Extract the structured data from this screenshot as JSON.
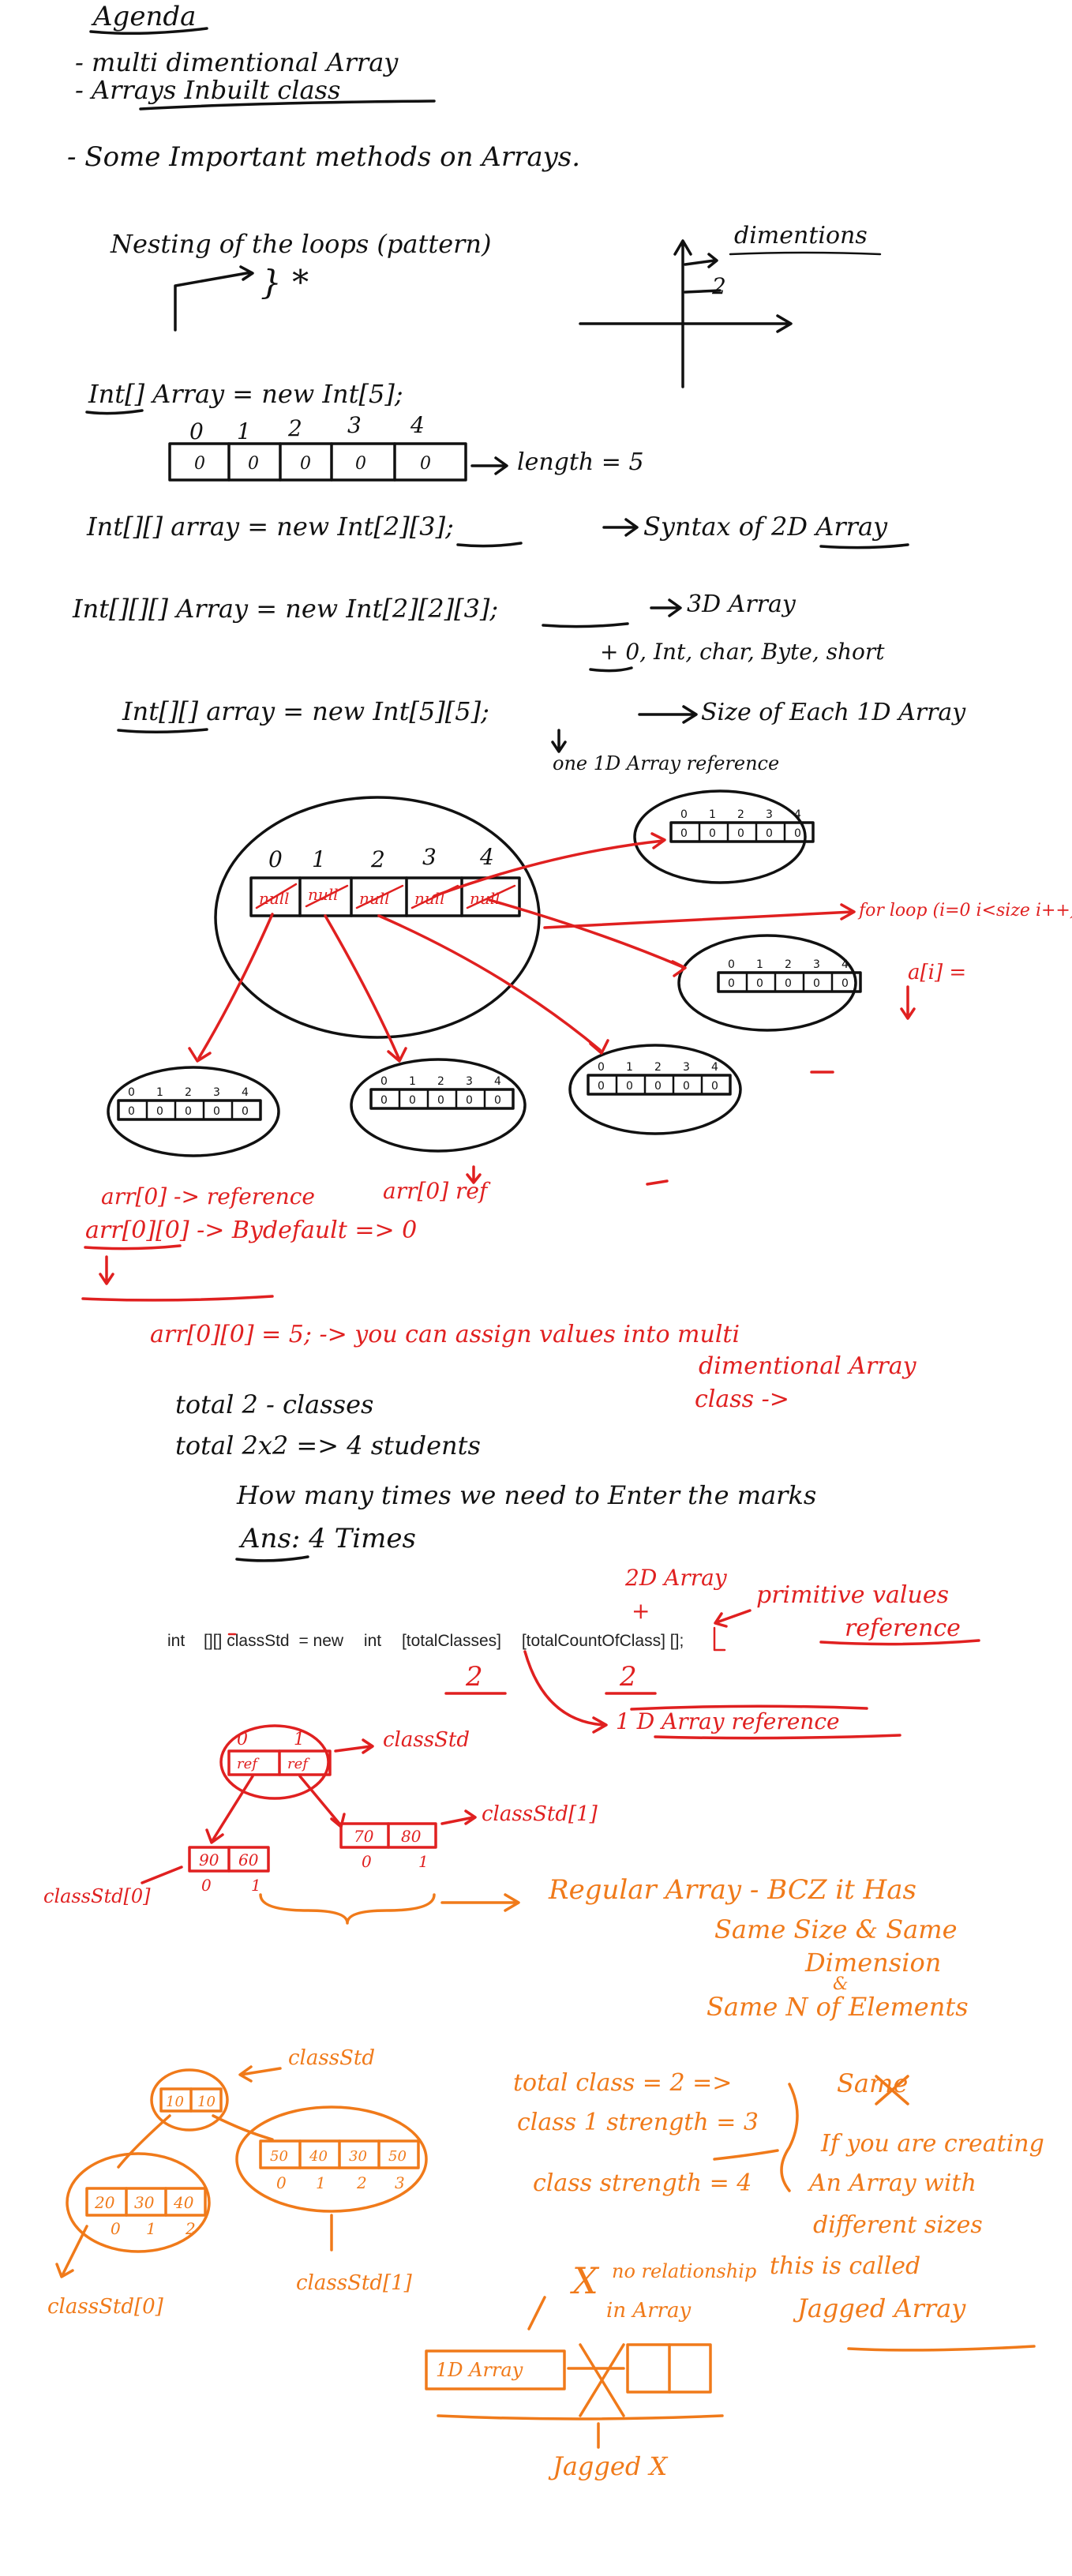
{
  "agenda": {
    "title": "Agenda",
    "items": [
      "- multi dimentional Array",
      "- Arrays Inbuilt class",
      "- Some Important methods on Arrays."
    ]
  },
  "nesting": {
    "text": "Nesting of the loops (pattern)",
    "star": "} *",
    "dimentions_label": "dimentions",
    "axis_marker": "2"
  },
  "one_d": {
    "decl": "Int[] Array = new Int[5];",
    "indices": [
      "0",
      "1",
      "2",
      "3",
      "4"
    ],
    "values": [
      "0",
      "0",
      "0",
      "0",
      "0"
    ],
    "length_label": "length = 5"
  },
  "two_d": {
    "decl": "Int[][] array = new Int[2][3];",
    "note": "Syntax of 2D Array"
  },
  "three_d": {
    "decl": "Int[][][] Array = new Int[2][2][3];",
    "note": "3D Array",
    "types_note": "+ 0, Int, char, Byte, short"
  },
  "size_note": {
    "decl": "Int[][] array = new Int[5][5];",
    "size_label": "Size of Each 1D Array",
    "ref_label": "one 1D Array reference"
  },
  "outer_diagram": {
    "indices": [
      "0",
      "1",
      "2",
      "3",
      "4"
    ],
    "cells": [
      "null",
      "null",
      "null",
      "null",
      "null"
    ],
    "inner_indices": [
      "0",
      "1",
      "2",
      "3",
      "4"
    ],
    "inner_values": [
      "0",
      "0",
      "0",
      "0",
      "0"
    ],
    "forloop_label": "for loop (i=0 i<size i++)",
    "ai_label": "a[i] ="
  },
  "array_notes": {
    "line1a": "arr[0] -> reference",
    "line1b": "arr[0] ref",
    "line2": "arr[0][0] -> Bydefault => 0",
    "line3": "arr[0][0] = 5; -> you can assign values into multi",
    "line3b": "dimentional Array",
    "line3c": "class ->"
  },
  "students": {
    "line1": "total 2 - classes",
    "line2": "total 2x2 => 4 students",
    "line3": "How many times we need to Enter the marks",
    "answer": "Ans: 4 Times"
  },
  "typed_decl": {
    "kw": "int",
    "brackets": "[][]",
    "name": "classStd",
    "eq": "= new",
    "kw2": "int",
    "dim1": "[totalClasses]",
    "dim2": "[totalCountOfClass]",
    "end": "[];",
    "red_bracket": "[]",
    "two_a": "2",
    "two_b": "2",
    "twoD_label": "2D Array",
    "plus": "+",
    "prim_label": "primitive values",
    "ref_label": "reference",
    "one_d_ref": "1 D Array reference"
  },
  "regular_diagram": {
    "top_cells": [
      "ref",
      "ref"
    ],
    "top_indices": [
      "0",
      "1"
    ],
    "left_cells": [
      "90",
      "60"
    ],
    "right_cells": [
      "70",
      "80"
    ],
    "bottom_indices": [
      "0",
      "1"
    ],
    "classStd_label": "classStd",
    "classStd1_label": "classStd[1]",
    "classStd0_label": "classStd[0]",
    "regular_label": "Regular Array - BCZ it Has",
    "same_size": "Same Size & Same",
    "dimension": "Dimension",
    "amp": "&",
    "same_n": "Same N of Elements"
  },
  "jagged_diagram": {
    "top_cells": [
      "10",
      "10"
    ],
    "left_cells": [
      "20",
      "30",
      "40"
    ],
    "right_cells": [
      "50",
      "40",
      "30",
      "50"
    ],
    "left_indices": [
      "0",
      "1",
      "2"
    ],
    "right_indices": [
      "0",
      "1",
      "2",
      "3"
    ],
    "classStd_label": "classStd",
    "classStd0_label": "classStd[0]",
    "classStd1_label": "classStd[1]",
    "total_class": "total class = 2 =>",
    "class1_strength": "class 1 strength = 3",
    "class_strength": "class strength = 4",
    "same_label": "Same",
    "if_creating": "If you are creating",
    "array_with": "An Array with",
    "different_sizes": "different sizes",
    "this_is_called": "this is called",
    "jagged_array": "Jagged Array",
    "x_mark": "X",
    "no_relation": "no relationship",
    "in_array": "in Array",
    "box_label": "1D Array",
    "jagged_x": "Jagged X"
  },
  "colors": {
    "black_ink": "#111111",
    "red_ink": "#e02020",
    "orange_ink": "#f07a1a",
    "background": "#ffffff"
  }
}
